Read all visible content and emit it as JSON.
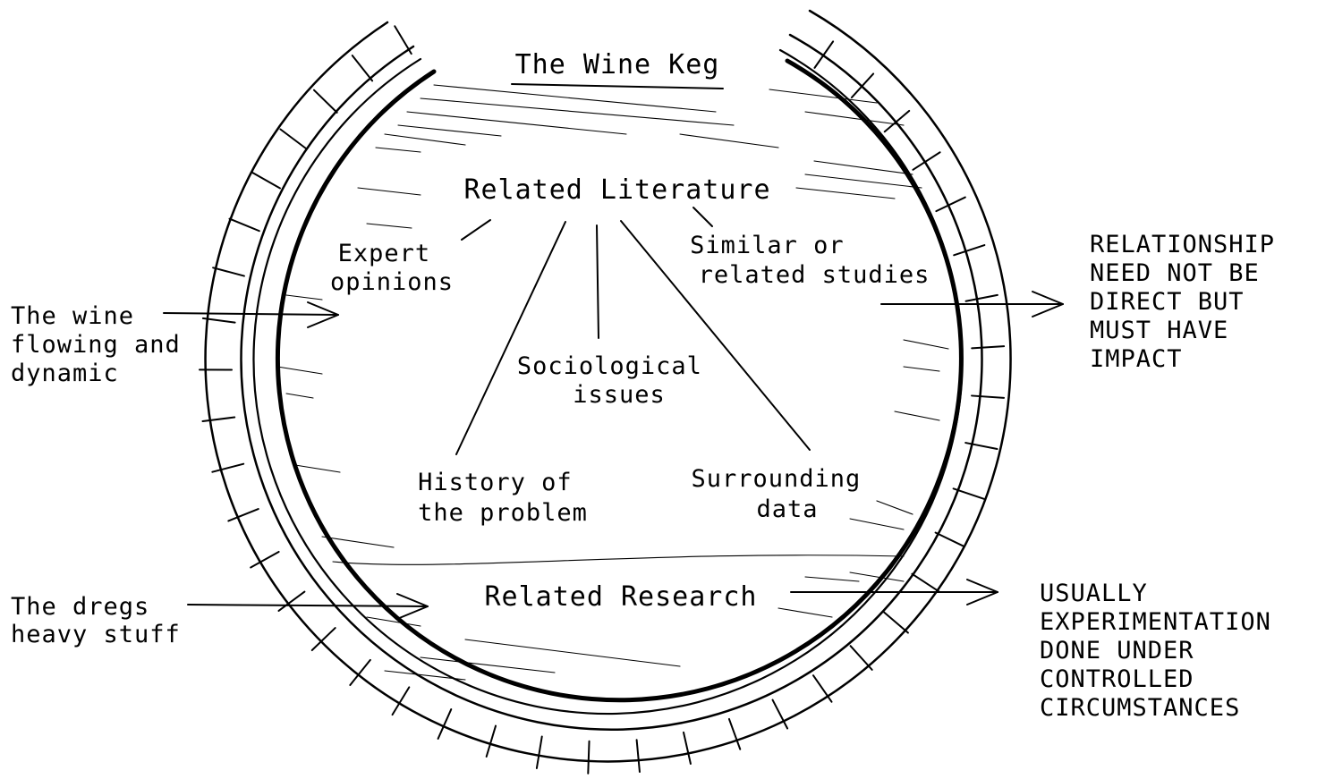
{
  "title": "The Wine Keg",
  "center": {
    "label": "Related Literature"
  },
  "branches": [
    {
      "lines": [
        "Expert",
        "opinions"
      ]
    },
    {
      "lines": [
        "Similar or",
        "related studies"
      ]
    },
    {
      "lines": [
        "Sociological",
        "issues"
      ]
    },
    {
      "lines": [
        "History of",
        "the problem"
      ]
    },
    {
      "lines": [
        "Surrounding",
        "data"
      ]
    }
  ],
  "bottom": {
    "label": "Related Research"
  },
  "annotations_left": [
    {
      "lines": [
        "The wine",
        "flowing and",
        "dynamic"
      ]
    },
    {
      "lines": [
        "The dregs",
        "heavy stuff"
      ]
    }
  ],
  "annotations_right": [
    {
      "lines": [
        "RELATIONSHIP",
        "NEED NOT BE",
        "DIRECT BUT",
        "MUST HAVE",
        "IMPACT"
      ]
    },
    {
      "lines": [
        "USUALLY",
        "EXPERIMENTATION",
        "DONE UNDER",
        "CONTROLLED",
        "CIRCUMSTANCES"
      ]
    }
  ]
}
